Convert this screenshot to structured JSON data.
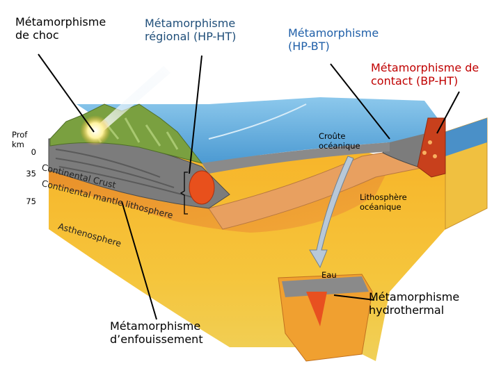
{
  "labels": {
    "choc": "Métamorphisme\nde choc",
    "regional": "Métamorphisme\nrégional (HP-HT)",
    "hpbt": "Métamorphisme\n(HP-BT)",
    "contact": "Métamorphisme de\ncontact (BP-HT)",
    "enfouissement": "Métamorphisme\nd’enfouissement",
    "hydrothermal": "Métamorphisme\nhydrothermal",
    "croute_oceanique": "Croûte\nocéanique",
    "lithosphere_oceanique": "Lithosphère\nocéanique",
    "eau": "Eau",
    "continental_crust": "Continental Crust",
    "continental_mantle": "Continental mantle lithosphere",
    "asthenosphere": "Asthenosphere"
  },
  "axis": {
    "title": "Prof\nkm",
    "ticks": [
      "0",
      "35",
      "75"
    ]
  },
  "colors": {
    "black_label": "#000000",
    "regional_label": "#1f4e79",
    "hpbt_label": "#1f5fa8",
    "contact_label": "#c00000",
    "ocean": "#5aa8d8",
    "crust": "#7a7a7a",
    "mantle": "#f0a030",
    "asthenosphere": "#f6c63a"
  }
}
